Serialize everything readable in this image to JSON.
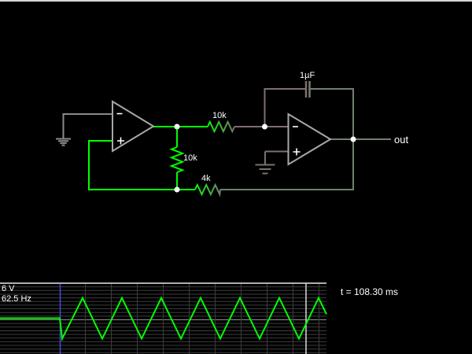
{
  "circuit": {
    "opamp1": {
      "minus": "-",
      "plus": "+"
    },
    "opamp2": {
      "minus": "-",
      "plus": "+"
    },
    "resistors": {
      "r_input_label": "10k",
      "r_feedback_label": "10k",
      "r_hysteresis_label": "4k"
    },
    "capacitor": {
      "label": "1µF"
    },
    "output_label": "out"
  },
  "scope": {
    "volt_scale": "6 V",
    "frequency": "62.5 Hz",
    "time": "t = 108.30 ms",
    "trace_shape": "triangle-wave, flat at 0 V until start marker then oscillating"
  },
  "colors": {
    "wire_positive": "#00ff00",
    "wire_ground": "#8a8a8a",
    "wire_negative_node": "#7d6f6f",
    "wire_output_node": "#70806f",
    "opamp_outline": "#a8a8a8",
    "node_dot": "#ffffff",
    "label_text": "#ffffff",
    "scope_grid": "#3c3c3c",
    "scope_grid_center": "#8f8f8f",
    "scope_border": "#e8e8e8",
    "scope_start_marker": "#4848e0",
    "scope_sweep_marker": "#d8d8d8",
    "scope_trace": "#00ff00",
    "window_top_border": "#d8d8d8"
  }
}
